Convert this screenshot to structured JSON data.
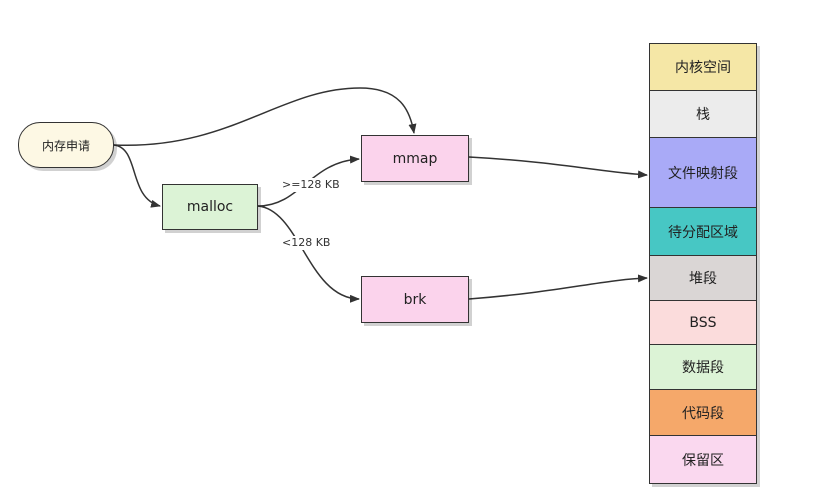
{
  "nodes": {
    "request": {
      "label": "内存申请",
      "color": "#fdf8e4"
    },
    "malloc": {
      "label": "malloc",
      "color": "#dcf3d6"
    },
    "mmap": {
      "label": "mmap",
      "color": "#fbd3ec"
    },
    "brk": {
      "label": "brk",
      "color": "#fbd3ec"
    }
  },
  "edge_labels": {
    "ge128": ">=128 KB",
    "lt128": "<128 KB"
  },
  "memory_layout": [
    {
      "label": "内核空间",
      "color": "#f5e7a6"
    },
    {
      "label": "栈",
      "color": "#ececec"
    },
    {
      "label": "文件映射段",
      "color": "#a9aaf7"
    },
    {
      "label": "待分配区域",
      "color": "#47c7c4"
    },
    {
      "label": "堆段",
      "color": "#dad6d5"
    },
    {
      "label": "BSS",
      "color": "#fbdcdc"
    },
    {
      "label": "数据段",
      "color": "#dcf3d6"
    },
    {
      "label": "代码段",
      "color": "#f5a86a"
    },
    {
      "label": "保留区",
      "color": "#fad8ef"
    }
  ]
}
